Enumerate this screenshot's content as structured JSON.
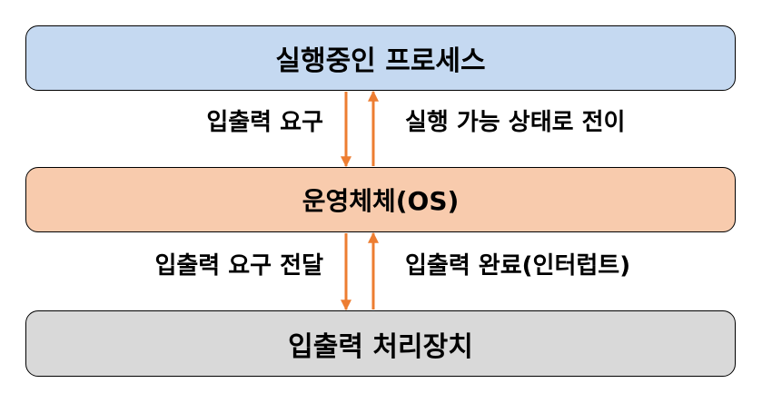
{
  "boxes": {
    "process": {
      "label": "실행중인 프로세스",
      "fill": "#c5d9f1"
    },
    "os": {
      "label": "운영체체(OS)",
      "fill": "#f8cbad"
    },
    "io": {
      "label": "입출력 처리장치",
      "fill": "#d9d9d9"
    }
  },
  "edges": {
    "io_request": {
      "label": "입출력 요구"
    },
    "transition": {
      "label": "실행 가능 상태로 전이"
    },
    "io_forward": {
      "label": "입출력 요구 전달"
    },
    "io_complete": {
      "label": "입출력 완료(인터럽트)"
    }
  },
  "colors": {
    "arrow": "#ed7d31"
  }
}
